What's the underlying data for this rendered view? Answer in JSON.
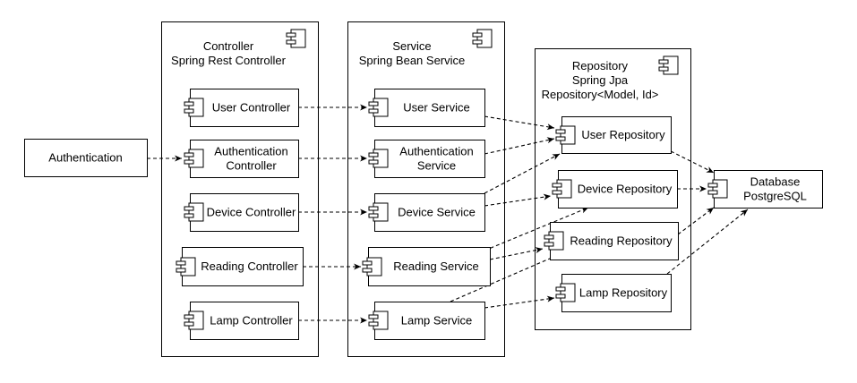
{
  "packages": {
    "controller": {
      "title_lines": [
        "Controller",
        "Spring Rest Controller"
      ]
    },
    "service": {
      "title_lines": [
        "Service",
        "Spring Bean Service"
      ]
    },
    "repository": {
      "title_lines": [
        "Repository",
        "Spring Jpa",
        "Repository<Model, Id>"
      ]
    }
  },
  "components": {
    "authentication": {
      "lines": [
        "Authentication"
      ]
    },
    "user_controller": {
      "lines": [
        "User Controller"
      ]
    },
    "authentication_controller": {
      "lines": [
        "Authentication",
        "Controller"
      ]
    },
    "device_controller": {
      "lines": [
        "Device Controller"
      ]
    },
    "reading_controller": {
      "lines": [
        "Reading Controller"
      ]
    },
    "lamp_controller": {
      "lines": [
        "Lamp Controller"
      ]
    },
    "user_service": {
      "lines": [
        "User Service"
      ]
    },
    "authentication_service": {
      "lines": [
        "Authentication",
        "Service"
      ]
    },
    "device_service": {
      "lines": [
        "Device Service"
      ]
    },
    "reading_service": {
      "lines": [
        "Reading Service"
      ]
    },
    "lamp_service": {
      "lines": [
        "Lamp Service"
      ]
    },
    "user_repository": {
      "lines": [
        "User Repository"
      ]
    },
    "device_repository": {
      "lines": [
        "Device Repository"
      ]
    },
    "reading_repository": {
      "lines": [
        "Reading Repository"
      ]
    },
    "lamp_repository": {
      "lines": [
        "Lamp Repository"
      ]
    },
    "database": {
      "lines": [
        "Database",
        "PostgreSQL"
      ]
    }
  },
  "dependencies": [
    {
      "from": "authentication",
      "to": "authentication_controller"
    },
    {
      "from": "user_controller",
      "to": "user_service"
    },
    {
      "from": "authentication_controller",
      "to": "authentication_service"
    },
    {
      "from": "device_controller",
      "to": "device_service"
    },
    {
      "from": "reading_controller",
      "to": "reading_service"
    },
    {
      "from": "lamp_controller",
      "to": "lamp_service"
    },
    {
      "from": "user_service",
      "to": "user_repository"
    },
    {
      "from": "authentication_service",
      "to": "user_repository"
    },
    {
      "from": "device_service",
      "to": "user_repository"
    },
    {
      "from": "device_service",
      "to": "device_repository"
    },
    {
      "from": "reading_service",
      "to": "device_repository"
    },
    {
      "from": "reading_service",
      "to": "reading_repository"
    },
    {
      "from": "lamp_service",
      "to": "reading_repository"
    },
    {
      "from": "lamp_service",
      "to": "lamp_repository"
    },
    {
      "from": "user_repository",
      "to": "database"
    },
    {
      "from": "device_repository",
      "to": "database"
    },
    {
      "from": "reading_repository",
      "to": "database"
    },
    {
      "from": "lamp_repository",
      "to": "database"
    }
  ],
  "colors": {
    "stroke": "#000000",
    "fill": "#ffffff"
  }
}
